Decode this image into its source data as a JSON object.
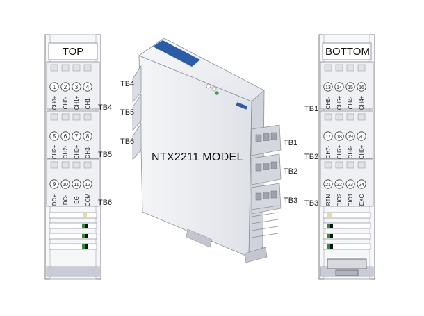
{
  "diagram": {
    "model_label": "NTX2211 MODEL",
    "top_view": {
      "title": "TOP",
      "blocks": [
        {
          "label": "TB4",
          "terminals": [
            {
              "num": "1",
              "name": "CH0+"
            },
            {
              "num": "2",
              "name": "CH0-"
            },
            {
              "num": "3",
              "name": "CH1+"
            },
            {
              "num": "4",
              "name": "CH1-"
            }
          ]
        },
        {
          "label": "TB5",
          "terminals": [
            {
              "num": "5",
              "name": "CH2+"
            },
            {
              "num": "6",
              "name": "CH2-"
            },
            {
              "num": "7",
              "name": "CH3+"
            },
            {
              "num": "8",
              "name": "CH3-"
            }
          ]
        },
        {
          "label": "TB6",
          "terminals": [
            {
              "num": "9",
              "name": "DC+"
            },
            {
              "num": "10",
              "name": "DC-"
            },
            {
              "num": "11",
              "name": "EG"
            },
            {
              "num": "12",
              "name": "COM"
            }
          ]
        }
      ]
    },
    "bottom_view": {
      "title": "BOTTOM",
      "blocks": [
        {
          "label": "TB1",
          "terminals": [
            {
              "num": "13",
              "name": "CH5-"
            },
            {
              "num": "14",
              "name": "CH5+"
            },
            {
              "num": "15",
              "name": "CH4-"
            },
            {
              "num": "16",
              "name": "CH4+"
            }
          ]
        },
        {
          "label": "TB2",
          "terminals": [
            {
              "num": "17",
              "name": "CH7-"
            },
            {
              "num": "18",
              "name": "CH7+"
            },
            {
              "num": "19",
              "name": "CH6-"
            },
            {
              "num": "20",
              "name": "CH6+"
            }
          ]
        },
        {
          "label": "TB3",
          "terminals": [
            {
              "num": "21",
              "name": "RTN"
            },
            {
              "num": "22",
              "name": "DIO2"
            },
            {
              "num": "23",
              "name": "DIO1"
            },
            {
              "num": "24",
              "name": "EXC"
            }
          ]
        }
      ]
    },
    "module_left_labels": [
      "TB4",
      "TB5",
      "TB6"
    ],
    "module_right_labels": [
      "TB1",
      "TB2",
      "TB3"
    ]
  }
}
